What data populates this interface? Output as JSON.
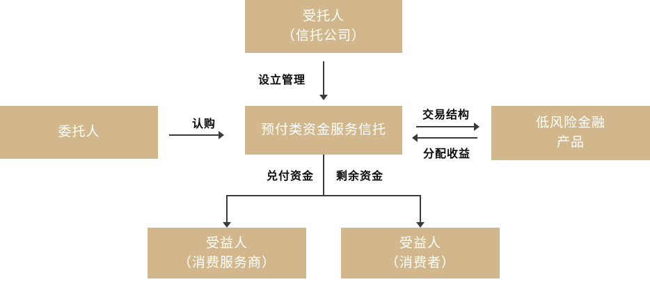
{
  "diagram": {
    "nodes": {
      "trustee": {
        "line1": "受托人",
        "line2": "（信托公司）"
      },
      "settlor": {
        "label": "委托人"
      },
      "trust": {
        "label": "预付类资金服务信托"
      },
      "product": {
        "line1": "低风险金融",
        "line2": "产品"
      },
      "beneficiary_provider": {
        "line1": "受益人",
        "line2": "（消费服务商）"
      },
      "beneficiary_consumer": {
        "line1": "受益人",
        "line2": "（消费者）"
      }
    },
    "edges": {
      "establish_manage": "设立管理",
      "subscribe": "认购",
      "transaction_structure": "交易结构",
      "distribute_returns": "分配收益",
      "redeem_funds": "兑付资金",
      "remaining_funds": "剩余资金"
    },
    "colors": {
      "box_fill": "#d3b78c",
      "box_text": "#ffffff",
      "line": "#3a3a3a",
      "label_text": "#0a0a0a",
      "background": "#ffffff"
    }
  }
}
